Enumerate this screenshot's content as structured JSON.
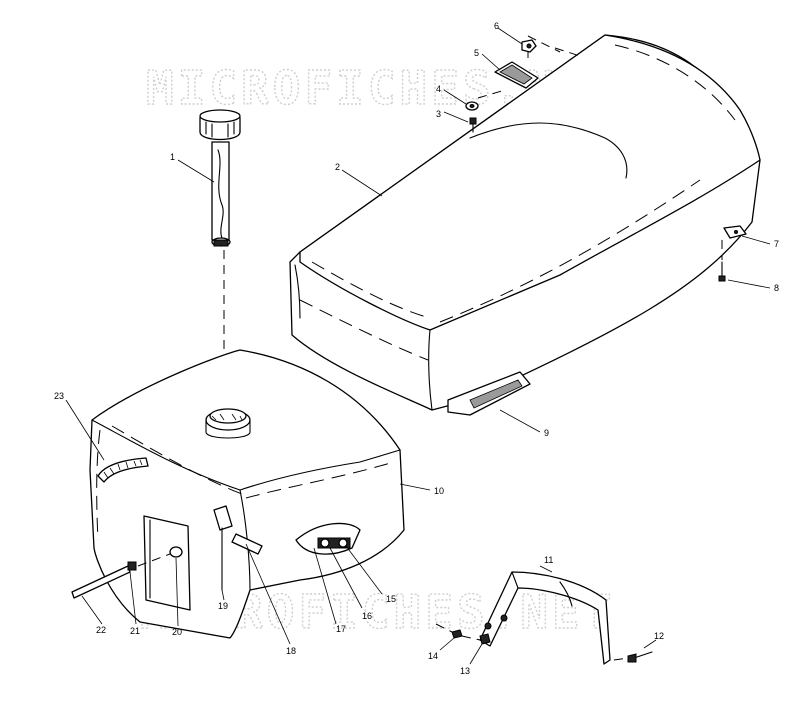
{
  "watermark": {
    "top": "MICROFICHES.NET",
    "bottom": "MICROFICHES.NET"
  },
  "callouts": [
    {
      "id": "c1",
      "label": "1"
    },
    {
      "id": "c2",
      "label": "2"
    },
    {
      "id": "c3",
      "label": "3"
    },
    {
      "id": "c4",
      "label": "4"
    },
    {
      "id": "c5",
      "label": "5"
    },
    {
      "id": "c6",
      "label": "6"
    },
    {
      "id": "c7",
      "label": "7"
    },
    {
      "id": "c8",
      "label": "8"
    },
    {
      "id": "c9",
      "label": "9"
    },
    {
      "id": "c10",
      "label": "10"
    },
    {
      "id": "c11",
      "label": "11"
    },
    {
      "id": "c12",
      "label": "12"
    },
    {
      "id": "c13",
      "label": "13"
    },
    {
      "id": "c14",
      "label": "14"
    },
    {
      "id": "c15",
      "label": "15"
    },
    {
      "id": "c16",
      "label": "16"
    },
    {
      "id": "c17",
      "label": "17"
    },
    {
      "id": "c18",
      "label": "18"
    },
    {
      "id": "c19",
      "label": "19"
    },
    {
      "id": "c20",
      "label": "20"
    },
    {
      "id": "c21",
      "label": "21"
    },
    {
      "id": "c22",
      "label": "22"
    },
    {
      "id": "c23",
      "label": "23"
    }
  ]
}
